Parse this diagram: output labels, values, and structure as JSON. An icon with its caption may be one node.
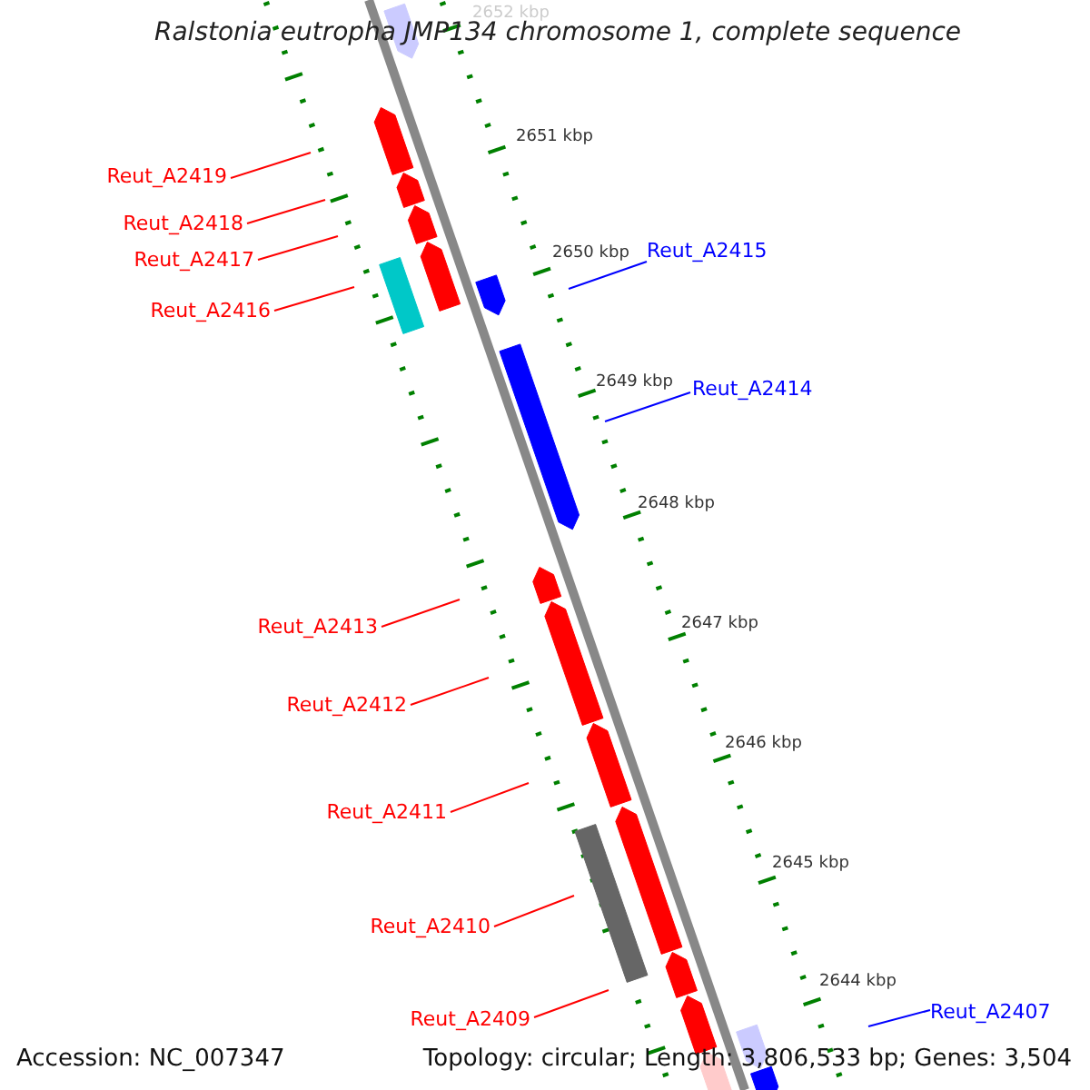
{
  "diagram": {
    "title": "Ralstonia eutropha JMP134 chromosome 1, complete sequence",
    "nodes": [
      {
        "text": [
          "Reut_A2419"
        ]
      },
      {
        "text": [
          "Reut_A2418"
        ]
      },
      {
        "text": [
          "Reut_A2417"
        ]
      },
      {
        "text": [
          "Reut_A2416"
        ]
      },
      {
        "text": [
          "Reut_A2415"
        ]
      },
      {
        "text": [
          "Reut_A2414"
        ]
      },
      {
        "text": [
          "Reut_A2413"
        ]
      },
      {
        "text": [
          "Reut_A2412"
        ]
      },
      {
        "text": [
          "Reut_A2411"
        ]
      },
      {
        "text": [
          "Reut_A2410"
        ]
      },
      {
        "text": [
          "Reut_A2409"
        ]
      },
      {
        "text": [
          "Reut_A2407"
        ]
      }
    ],
    "edges": [
      {
        "from": 0,
        "to": null,
        "arrow": "none"
      },
      {
        "from": 1,
        "to": null,
        "arrow": "none"
      },
      {
        "from": 2,
        "to": null,
        "arrow": "none"
      },
      {
        "from": 3,
        "to": null,
        "arrow": "none"
      },
      {
        "from": 4,
        "to": null,
        "arrow": "none",
        "color": "#0000ff"
      },
      {
        "from": 5,
        "to": null,
        "arrow": "none",
        "color": "#0000ff"
      },
      {
        "from": 6,
        "to": null,
        "arrow": "none"
      },
      {
        "from": 7,
        "to": null,
        "arrow": "none"
      },
      {
        "from": 8,
        "to": null,
        "arrow": "none"
      },
      {
        "from": 9,
        "to": null,
        "arrow": "none"
      },
      {
        "from": 10,
        "to": null,
        "arrow": "none"
      },
      {
        "from": 11,
        "to": null,
        "arrow": "none",
        "color": "#0000ff"
      }
    ],
    "labels": [
      "2652 kbp",
      "2651 kbp",
      "2650 kbp",
      "2649 kbp",
      "2648 kbp",
      "2647 kbp",
      "2646 kbp",
      "2645 kbp",
      "2644 kbp",
      "Accession: NC_007347",
      "Topology: circular; Length: 3,806,533 bp; Genes: 3,504"
    ]
  }
}
